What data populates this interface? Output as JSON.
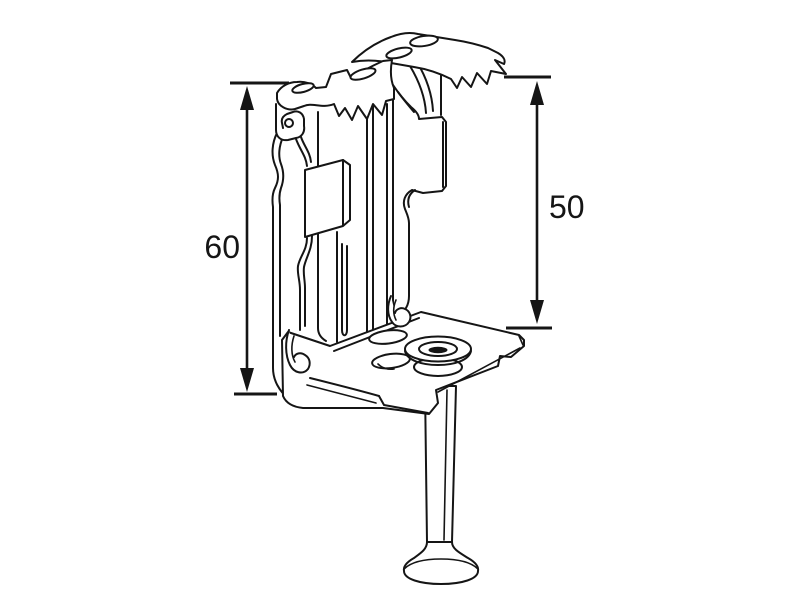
{
  "canvas": {
    "background": "#ffffff",
    "stroke_color": "#151515"
  },
  "dimensions": {
    "left": {
      "label": "60",
      "orientation": "vertical",
      "side": "left"
    },
    "right": {
      "label": "50",
      "orientation": "vertical",
      "side": "right"
    }
  }
}
